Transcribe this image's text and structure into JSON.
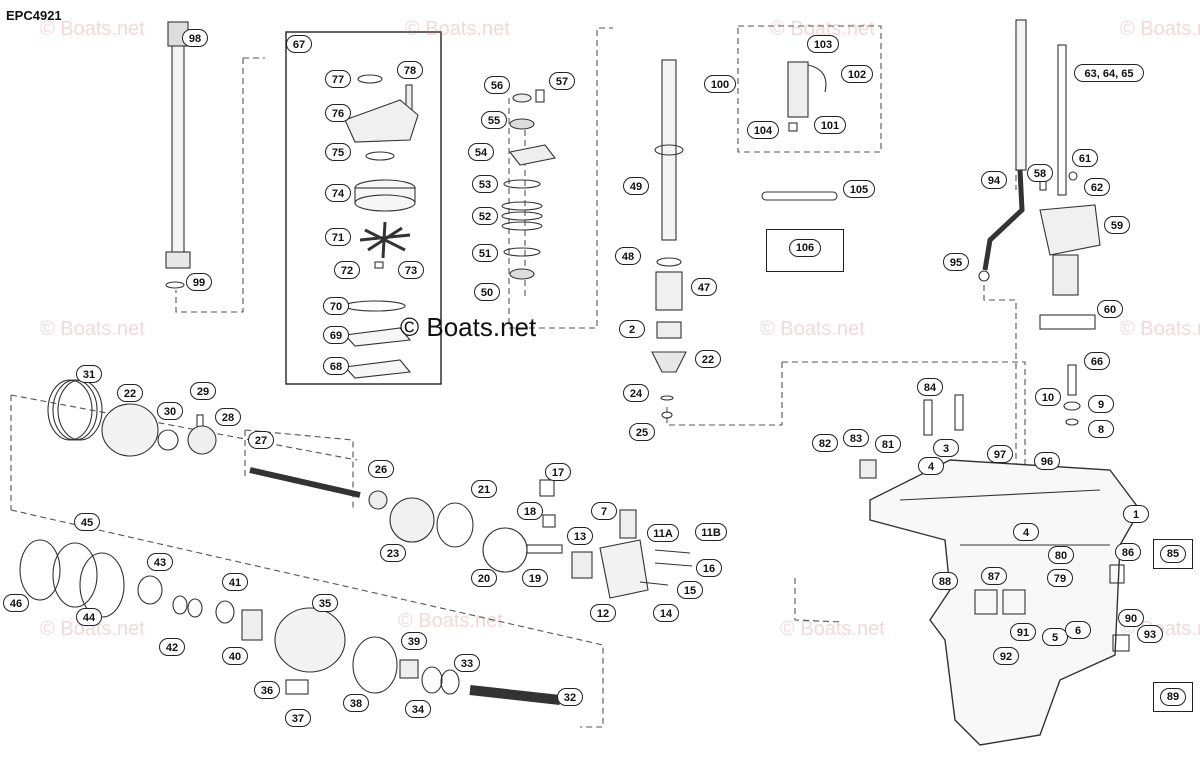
{
  "doc_id": "EPC4921",
  "watermark_text": "© Boats.net",
  "center_watermark": "© Boats.net",
  "callouts": [
    {
      "id": "98",
      "label": "98"
    },
    {
      "id": "99",
      "label": "99"
    },
    {
      "id": "67",
      "label": "67"
    },
    {
      "id": "77",
      "label": "77"
    },
    {
      "id": "78",
      "label": "78"
    },
    {
      "id": "76",
      "label": "76"
    },
    {
      "id": "75",
      "label": "75"
    },
    {
      "id": "74",
      "label": "74"
    },
    {
      "id": "71",
      "label": "71"
    },
    {
      "id": "72",
      "label": "72"
    },
    {
      "id": "73",
      "label": "73"
    },
    {
      "id": "70",
      "label": "70"
    },
    {
      "id": "69",
      "label": "69"
    },
    {
      "id": "68",
      "label": "68"
    },
    {
      "id": "56",
      "label": "56"
    },
    {
      "id": "57",
      "label": "57"
    },
    {
      "id": "55",
      "label": "55"
    },
    {
      "id": "54",
      "label": "54"
    },
    {
      "id": "53",
      "label": "53"
    },
    {
      "id": "52",
      "label": "52"
    },
    {
      "id": "51",
      "label": "51"
    },
    {
      "id": "50",
      "label": "50"
    },
    {
      "id": "49",
      "label": "49"
    },
    {
      "id": "48",
      "label": "48"
    },
    {
      "id": "47",
      "label": "47"
    },
    {
      "id": "2",
      "label": "2"
    },
    {
      "id": "22b",
      "label": "22"
    },
    {
      "id": "24",
      "label": "24"
    },
    {
      "id": "25",
      "label": "25"
    },
    {
      "id": "103",
      "label": "103"
    },
    {
      "id": "100",
      "label": "100"
    },
    {
      "id": "102",
      "label": "102"
    },
    {
      "id": "104",
      "label": "104"
    },
    {
      "id": "101",
      "label": "101"
    },
    {
      "id": "105",
      "label": "105"
    },
    {
      "id": "63",
      "label": "63, 64, 65"
    },
    {
      "id": "94",
      "label": "94"
    },
    {
      "id": "58",
      "label": "58"
    },
    {
      "id": "61",
      "label": "61"
    },
    {
      "id": "62",
      "label": "62"
    },
    {
      "id": "59",
      "label": "59"
    },
    {
      "id": "95",
      "label": "95"
    },
    {
      "id": "60",
      "label": "60"
    },
    {
      "id": "66",
      "label": "66"
    },
    {
      "id": "10",
      "label": "10"
    },
    {
      "id": "9",
      "label": "9"
    },
    {
      "id": "8",
      "label": "8"
    },
    {
      "id": "84",
      "label": "84"
    },
    {
      "id": "3",
      "label": "3"
    },
    {
      "id": "4a",
      "label": "4"
    },
    {
      "id": "97",
      "label": "97"
    },
    {
      "id": "96",
      "label": "96"
    },
    {
      "id": "82",
      "label": "82"
    },
    {
      "id": "83",
      "label": "83"
    },
    {
      "id": "81",
      "label": "81"
    },
    {
      "id": "1",
      "label": "1"
    },
    {
      "id": "4b",
      "label": "4"
    },
    {
      "id": "80",
      "label": "80"
    },
    {
      "id": "86",
      "label": "86"
    },
    {
      "id": "79",
      "label": "79"
    },
    {
      "id": "88",
      "label": "88"
    },
    {
      "id": "87",
      "label": "87"
    },
    {
      "id": "91",
      "label": "91"
    },
    {
      "id": "5",
      "label": "5"
    },
    {
      "id": "6",
      "label": "6"
    },
    {
      "id": "92",
      "label": "92"
    },
    {
      "id": "90",
      "label": "90"
    },
    {
      "id": "93",
      "label": "93"
    },
    {
      "id": "31",
      "label": "31"
    },
    {
      "id": "22a",
      "label": "22"
    },
    {
      "id": "30",
      "label": "30"
    },
    {
      "id": "29",
      "label": "29"
    },
    {
      "id": "28",
      "label": "28"
    },
    {
      "id": "27",
      "label": "27"
    },
    {
      "id": "26",
      "label": "26"
    },
    {
      "id": "17",
      "label": "17"
    },
    {
      "id": "18",
      "label": "18"
    },
    {
      "id": "21",
      "label": "21"
    },
    {
      "id": "7",
      "label": "7"
    },
    {
      "id": "11A",
      "label": "11A"
    },
    {
      "id": "11B",
      "label": "11B"
    },
    {
      "id": "13",
      "label": "13"
    },
    {
      "id": "23",
      "label": "23"
    },
    {
      "id": "20",
      "label": "20"
    },
    {
      "id": "19",
      "label": "19"
    },
    {
      "id": "16",
      "label": "16"
    },
    {
      "id": "15",
      "label": "15"
    },
    {
      "id": "12",
      "label": "12"
    },
    {
      "id": "14",
      "label": "14"
    },
    {
      "id": "45",
      "label": "45"
    },
    {
      "id": "46",
      "label": "46"
    },
    {
      "id": "44",
      "label": "44"
    },
    {
      "id": "43",
      "label": "43"
    },
    {
      "id": "41",
      "label": "41"
    },
    {
      "id": "42",
      "label": "42"
    },
    {
      "id": "40",
      "label": "40"
    },
    {
      "id": "35",
      "label": "35"
    },
    {
      "id": "39",
      "label": "39"
    },
    {
      "id": "33",
      "label": "33"
    },
    {
      "id": "36",
      "label": "36"
    },
    {
      "id": "37",
      "label": "37"
    },
    {
      "id": "38",
      "label": "38"
    },
    {
      "id": "34",
      "label": "34"
    },
    {
      "id": "32",
      "label": "32"
    }
  ],
  "boxed_refs": [
    {
      "id": "106",
      "label": "106"
    },
    {
      "id": "85",
      "label": "85"
    },
    {
      "id": "89",
      "label": "89"
    }
  ]
}
